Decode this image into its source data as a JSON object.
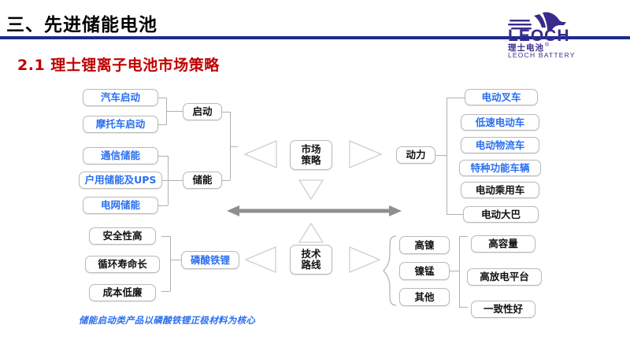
{
  "header": {
    "title": "三、先进储能电池",
    "subtitle": "2.1 理士锂离子电池市场策略",
    "rule_color": "#1d2b8c",
    "subtitle_color": "#c00000"
  },
  "logo": {
    "wordmark": "LEOCH",
    "cn_name": "理士电池",
    "tagline": "LEOCH BATTERY",
    "registered_mark": "®",
    "color": "#3b2a8c"
  },
  "diagram": {
    "center_nodes": {
      "market_strategy": "市场\n策略",
      "market_strategy_line1": "市场",
      "market_strategy_line2": "策略",
      "tech_route_line1": "技术",
      "tech_route_line2": "路线"
    },
    "branches": {
      "start": "启动",
      "storage": "储能",
      "power": "动力",
      "lfp": "磷酸铁锂"
    },
    "start_items": [
      {
        "label": "汽车启动",
        "color": "blue"
      },
      {
        "label": "摩托车启动",
        "color": "blue"
      }
    ],
    "storage_items": [
      {
        "label": "通信储能",
        "color": "blue"
      },
      {
        "label": "户用储能及UPS",
        "color": "blue"
      },
      {
        "label": "电网储能",
        "color": "blue"
      }
    ],
    "power_items": [
      {
        "label": "电动叉车",
        "color": "blue"
      },
      {
        "label": "低速电动车",
        "color": "blue"
      },
      {
        "label": "电动物流车",
        "color": "blue"
      },
      {
        "label": "特种功能车辆",
        "color": "blue"
      },
      {
        "label": "电动乘用车",
        "color": "black"
      },
      {
        "label": "电动大巴",
        "color": "black"
      }
    ],
    "lfp_features": [
      {
        "label": "安全性高",
        "color": "black"
      },
      {
        "label": "循环寿命长",
        "color": "black"
      },
      {
        "label": "成本低廉",
        "color": "black"
      }
    ],
    "ternary_items": [
      {
        "label": "高镍",
        "color": "black"
      },
      {
        "label": "镍锰",
        "color": "black"
      },
      {
        "label": "其他",
        "color": "black"
      }
    ],
    "ternary_features": [
      {
        "label": "高容量",
        "color": "black"
      },
      {
        "label": "高放电平台",
        "color": "black"
      },
      {
        "label": "一致性好",
        "color": "black"
      }
    ],
    "arrow_color": "#8f8f8f",
    "connector_color": "#b0b0b0"
  },
  "footer": {
    "note": "储能启动类产品以磷酸铁锂正极材料为核心",
    "color": "#2a6ff0"
  }
}
